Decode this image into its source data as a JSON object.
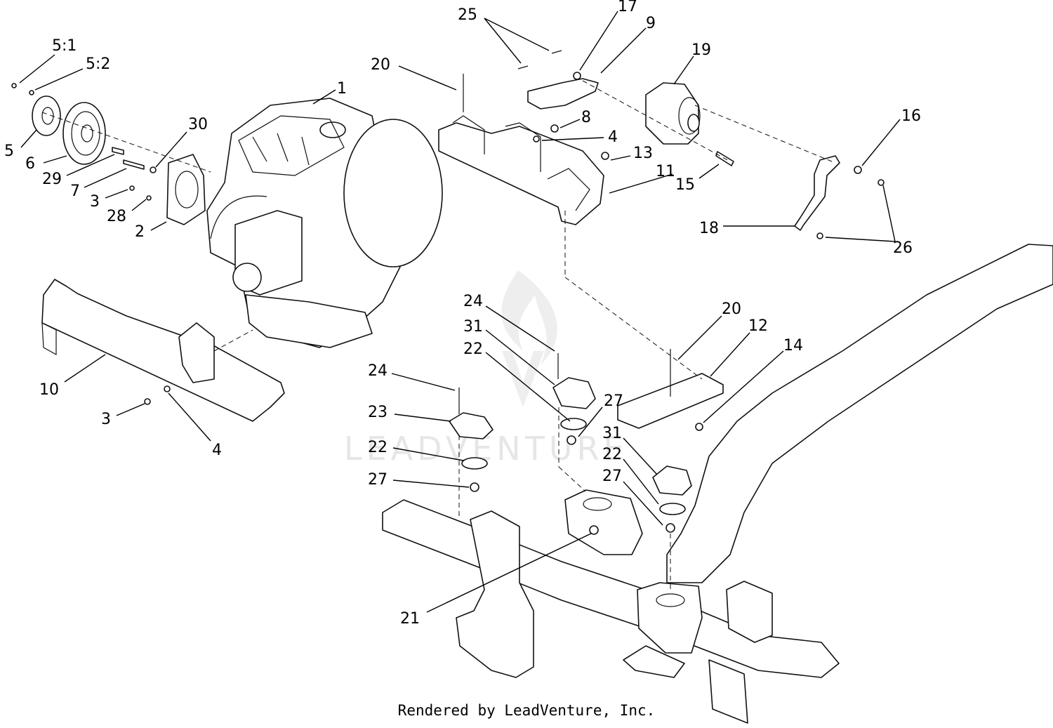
{
  "callouts": {
    "c5_1": "5:1",
    "c5_2": "5:2",
    "c5": "5",
    "c6": "6",
    "c29": "29",
    "c7": "7",
    "c3a": "3",
    "c28": "28",
    "c2": "2",
    "c30": "30",
    "c1": "1",
    "c20a": "20",
    "c25": "25",
    "c17": "17",
    "c9": "9",
    "c19": "19",
    "c8": "8",
    "c4a": "4",
    "c13": "13",
    "c11": "11",
    "c15": "15",
    "c16": "16",
    "c18": "18",
    "c26": "26",
    "c10": "10",
    "c3b": "3",
    "c4b": "4",
    "c24a": "24",
    "c31a": "31",
    "c22a": "22",
    "c27a": "27",
    "c24b": "24",
    "c23": "23",
    "c22b": "22",
    "c27b": "27",
    "c20b": "20",
    "c12": "12",
    "c14": "14",
    "c31b": "31",
    "c22c": "22",
    "c27c": "27",
    "c21": "21"
  },
  "watermark": {
    "text": "LEADVENTURE"
  },
  "footer": {
    "text": "Rendered by LeadVenture, Inc."
  }
}
